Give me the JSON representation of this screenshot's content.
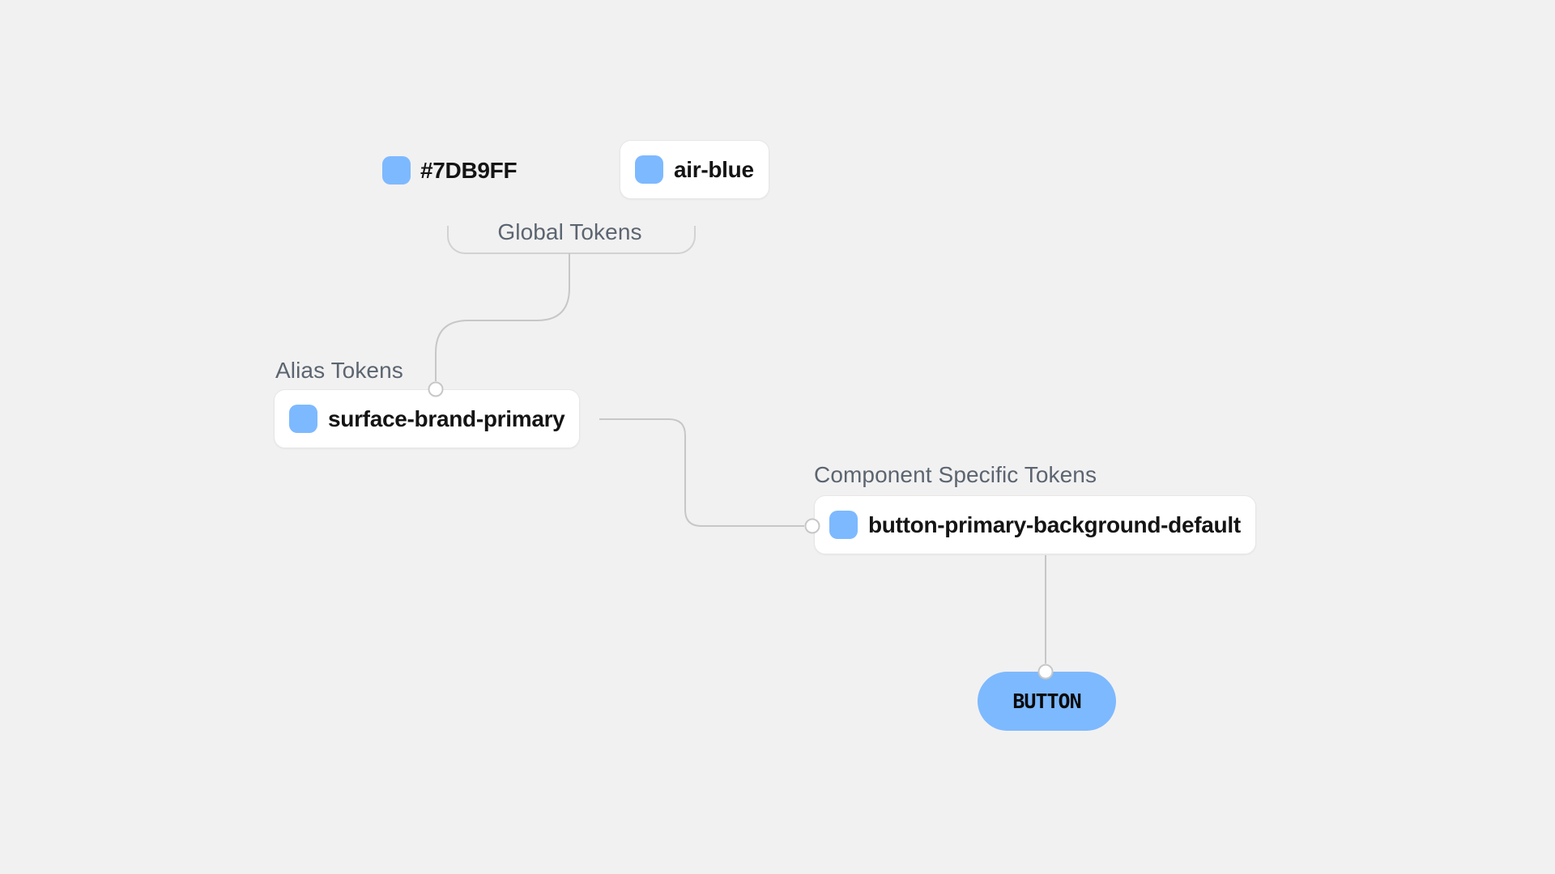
{
  "page": {
    "background_color": "#f2f1f1"
  },
  "palette": {
    "accent_blue": "#7DB9FF",
    "card_background": "#ffffff",
    "card_border": "#e7e7e7",
    "connector_gray": "#c7c7c7",
    "group_label_gray": "#5b6570",
    "token_text_black": "#141414"
  },
  "global_tokens": {
    "group_label": "Global Tokens",
    "hex_token": {
      "label": "#7DB9FF",
      "swatch_color": "#7DB9FF"
    },
    "named_token": {
      "label": "air-blue",
      "swatch_color": "#7DB9FF"
    }
  },
  "alias_tokens": {
    "group_label": "Alias Tokens",
    "token": {
      "label": "surface-brand-primary",
      "swatch_color": "#7DB9FF"
    }
  },
  "component_tokens": {
    "group_label": "Component Specific Tokens",
    "token": {
      "label": "button-primary-background-default",
      "swatch_color": "#7DB9FF"
    }
  },
  "preview": {
    "button_label": "BUTTON",
    "button_color": "#7DB9FF"
  }
}
